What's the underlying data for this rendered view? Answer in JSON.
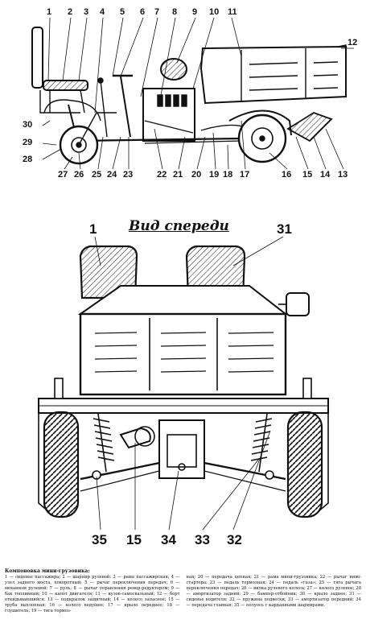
{
  "side_view": {
    "callouts_top": [
      "1",
      "2",
      "3",
      "4",
      "5",
      "6",
      "7",
      "8",
      "9",
      "10",
      "11"
    ],
    "callout_12": "12",
    "callouts_left": [
      "30",
      "29",
      "28"
    ],
    "callouts_bottom": [
      "27",
      "26",
      "25",
      "24",
      "23",
      "22",
      "21",
      "20",
      "19",
      "18",
      "17",
      "16",
      "15",
      "14",
      "13"
    ]
  },
  "front_view": {
    "title": "Вид спереди",
    "callouts_top": [
      "1",
      "31"
    ],
    "callouts_bottom": [
      "35",
      "15",
      "34",
      "33",
      "32"
    ]
  },
  "caption": {
    "title": "Компоновка мини-грузовика:",
    "col1": "1 — сиденье пассажира; 2 — шарнир рулевой; 3 — рама пассажирская; 4 — узел заднего моста, поворотный; 5 — рычаг переключения передач; 6 — механизм рулевой; 7 — руль; 8 — рычаг управления ревер-редуктором; 9 — бак топливный; 10 — капот двигателя; 11 — кузов-самосвальный; 12 — борт откидывающийся; 13 — подкрылок защитный; 14 — колесо запасное; 15 — труба выхлопная; 16 — колесо ведущее; 17 — крыло переднее; 18 — глушитель; 19 — тяга тормоз-",
    "col2": "ная; 20 — передача цепная; 21 — рама мини-грузовика; 22 — рычаг ниве-стартера; 23 — педаль тормозная; 24 — педаль «газа»; 25 — тяга рычага переключения передач; 26 — вилка рулевого колеса; 27 — колесо рулевое; 28 — амортизатор задний; 29 — бампер-отбойник; 30 — крыло заднее; 31 — сиденье водителя; 32 — пружина подвески; 33 — амортизатор передний; 34 — передача главная; 35 — полуось с карданными шарнирами."
  }
}
